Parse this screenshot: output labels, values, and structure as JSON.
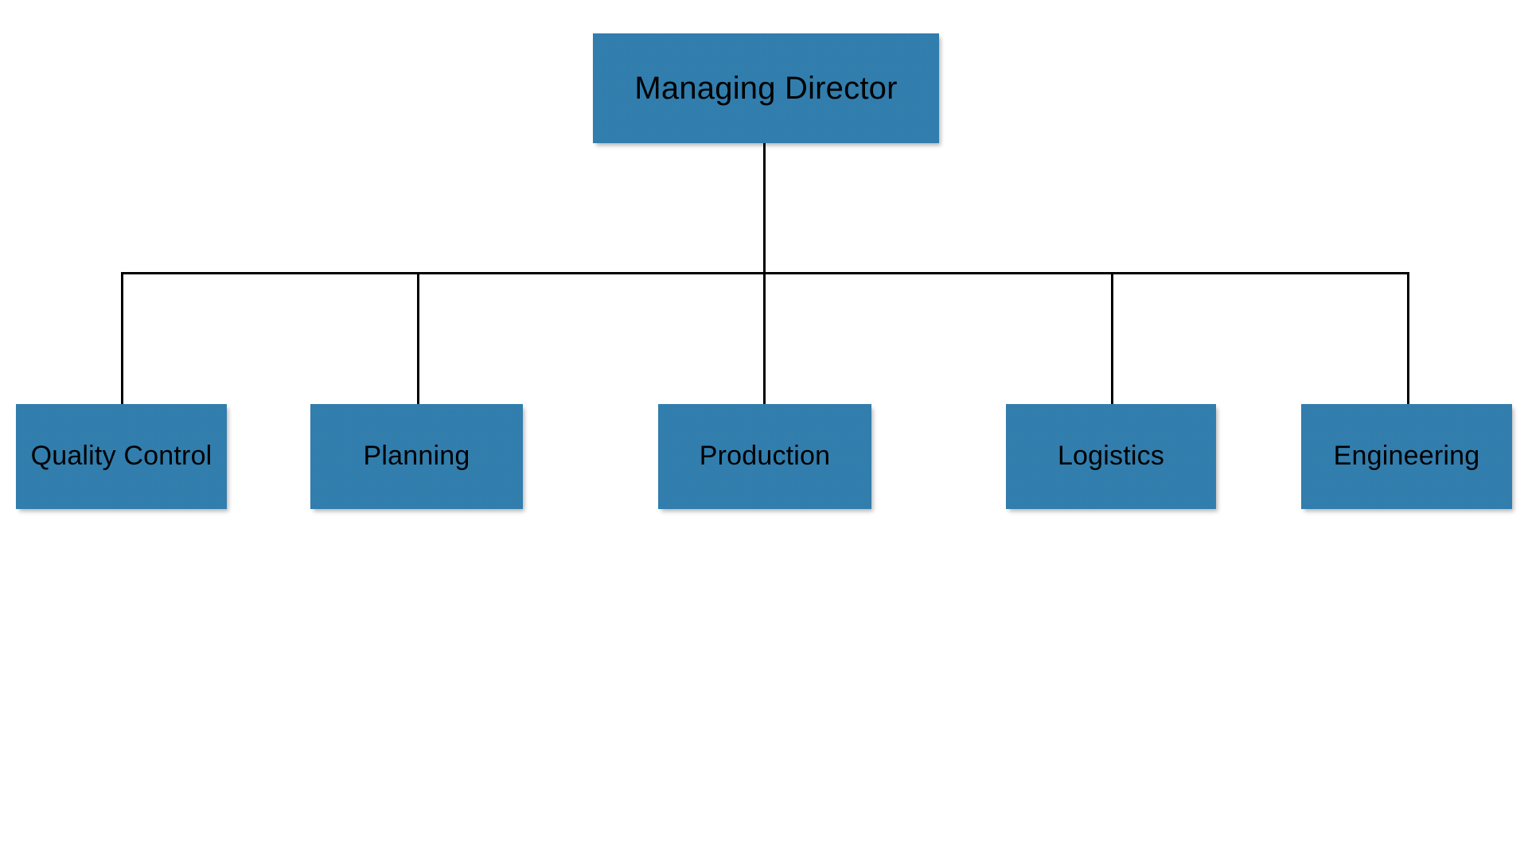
{
  "chart_data": {
    "type": "diagram",
    "subtype": "org-chart",
    "title": "",
    "orientation": "top-down",
    "levels": 2,
    "node_fill_color": "#2e7eb0",
    "node_text_color": "#000000",
    "connector_color": "#000000",
    "background_color": "#ffffff",
    "nodes": [
      {
        "id": "root",
        "label": "Managing Director",
        "level": 0,
        "parent": null
      },
      {
        "id": "quality-control",
        "label": "Quality Control",
        "level": 1,
        "parent": "root"
      },
      {
        "id": "planning",
        "label": "Planning",
        "level": 1,
        "parent": "root"
      },
      {
        "id": "production",
        "label": "Production",
        "level": 1,
        "parent": "root"
      },
      {
        "id": "logistics",
        "label": "Logistics",
        "level": 1,
        "parent": "root"
      },
      {
        "id": "engineering",
        "label": "Engineering",
        "level": 1,
        "parent": "root"
      }
    ],
    "edges": [
      {
        "from": "root",
        "to": "quality-control"
      },
      {
        "from": "root",
        "to": "planning"
      },
      {
        "from": "root",
        "to": "production"
      },
      {
        "from": "root",
        "to": "logistics"
      },
      {
        "from": "root",
        "to": "engineering"
      }
    ]
  },
  "chart": {
    "root": {
      "label": "Managing Director"
    },
    "children": [
      {
        "label": "Quality Control"
      },
      {
        "label": "Planning"
      },
      {
        "label": "Production"
      },
      {
        "label": "Logistics"
      },
      {
        "label": "Engineering"
      }
    ]
  }
}
